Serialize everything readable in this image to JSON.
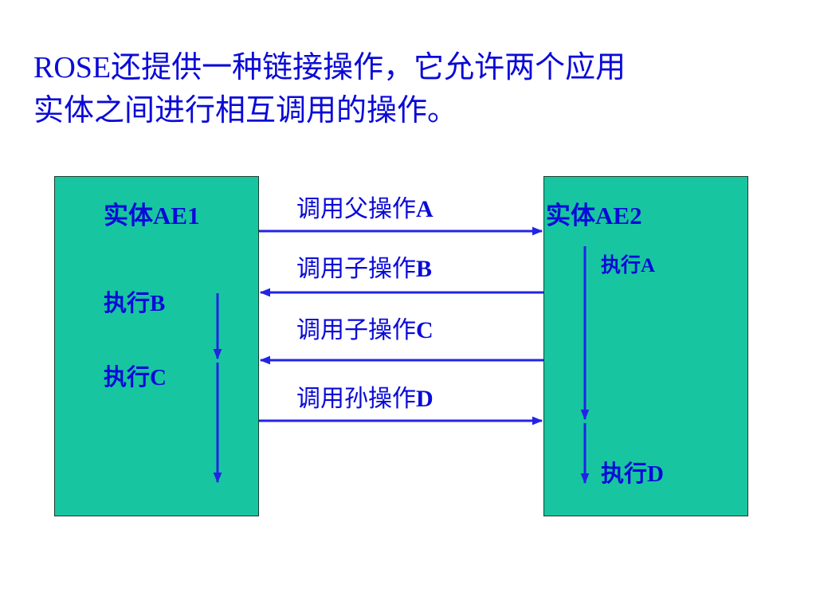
{
  "colors": {
    "text": "#0a0ad8",
    "box_fill": "#17c6a0",
    "box_border": "#1a3d2e",
    "arrow": "#2323e6",
    "background": "#ffffff"
  },
  "intro": {
    "line1": "ROSE还提供一种链接操作，它允许两个应用",
    "line2": "实体之间进行相互调用的操作。"
  },
  "ae1": {
    "title": "实体AE1",
    "steps": [
      "执行B",
      "执行C"
    ]
  },
  "ae2": {
    "title": "实体AE2",
    "steps": [
      "执行A",
      "执行D"
    ]
  },
  "calls": [
    {
      "name": "调用父操作",
      "letter": "A",
      "direction": "to-right"
    },
    {
      "name": "调用子操作",
      "letter": "B",
      "direction": "to-left"
    },
    {
      "name": "调用子操作",
      "letter": "C",
      "direction": "to-left"
    },
    {
      "name": "调用孙操作",
      "letter": "D",
      "direction": "to-right"
    }
  ]
}
